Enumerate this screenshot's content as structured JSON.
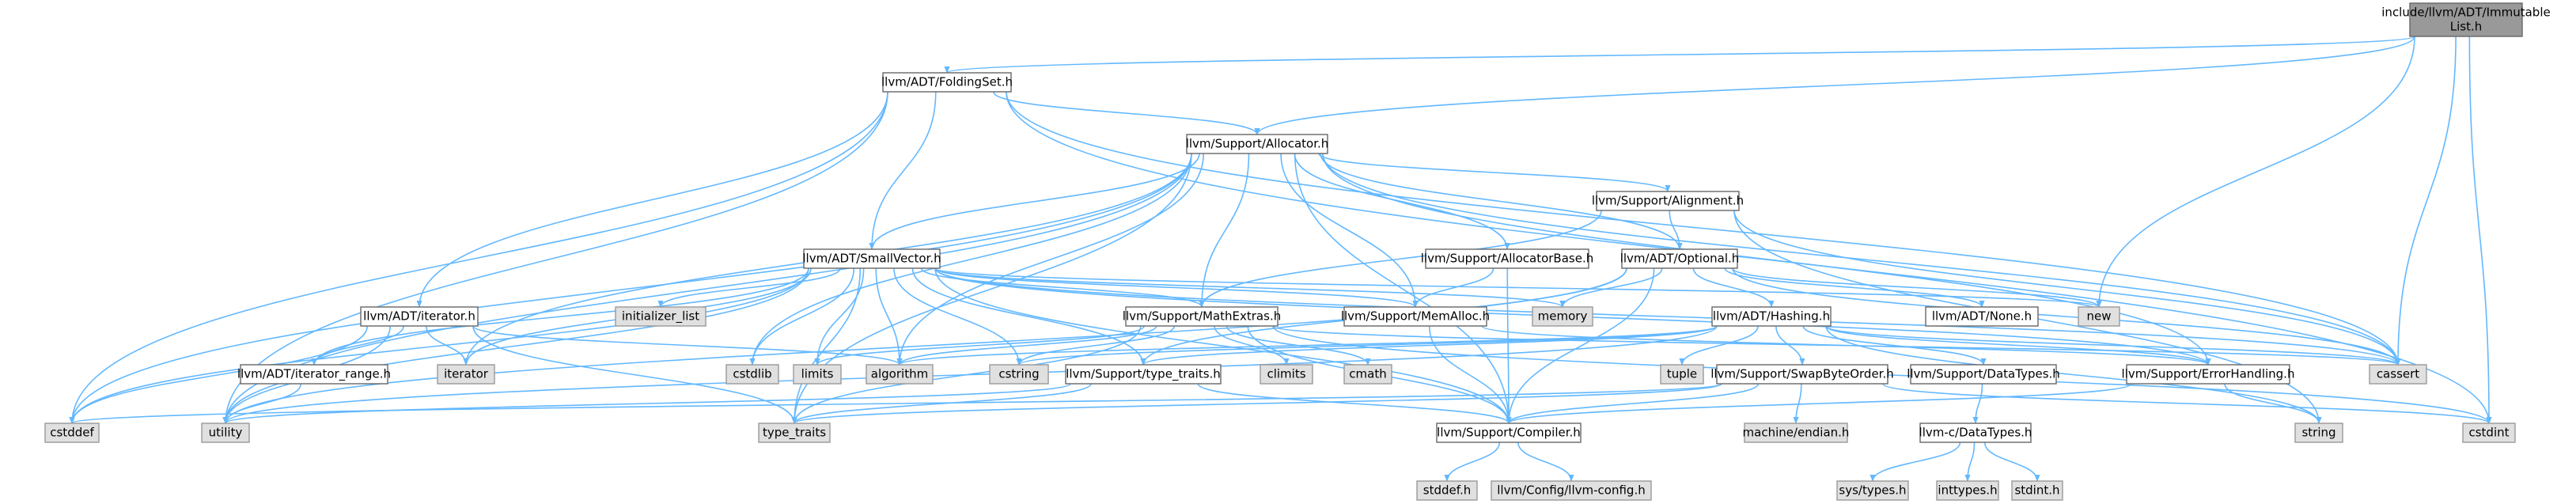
{
  "colors": {
    "edge": "#63b8ff",
    "node_fill": "#ffffff",
    "node_stroke": "#666666",
    "system_fill": "#e0e0e0",
    "system_stroke": "#999999",
    "root_fill": "#999999",
    "root_stroke": "#666666"
  },
  "nodes": [
    {
      "id": "root",
      "lines": [
        "include/llvm/ADT/Immutable",
        "List.h"
      ],
      "kind": "root"
    },
    {
      "id": "foldingset",
      "lines": [
        "llvm/ADT/FoldingSet.h"
      ],
      "kind": "header"
    },
    {
      "id": "allocator",
      "lines": [
        "llvm/Support/Allocator.h"
      ],
      "kind": "header"
    },
    {
      "id": "smallvector",
      "lines": [
        "llvm/ADT/SmallVector.h"
      ],
      "kind": "header"
    },
    {
      "id": "alignment",
      "lines": [
        "llvm/Support/Alignment.h"
      ],
      "kind": "header"
    },
    {
      "id": "allocatorbase",
      "lines": [
        "llvm/Support/AllocatorBase.h"
      ],
      "kind": "header"
    },
    {
      "id": "optional",
      "lines": [
        "llvm/ADT/Optional.h"
      ],
      "kind": "header"
    },
    {
      "id": "iteratorh",
      "lines": [
        "llvm/ADT/iterator.h"
      ],
      "kind": "header"
    },
    {
      "id": "initializer_list",
      "lines": [
        "initializer_list"
      ],
      "kind": "system"
    },
    {
      "id": "mathextras",
      "lines": [
        "llvm/Support/MathExtras.h"
      ],
      "kind": "header"
    },
    {
      "id": "memory",
      "lines": [
        "memory"
      ],
      "kind": "system"
    },
    {
      "id": "memalloc",
      "lines": [
        "llvm/Support/MemAlloc.h"
      ],
      "kind": "header"
    },
    {
      "id": "hashing",
      "lines": [
        "llvm/ADT/Hashing.h"
      ],
      "kind": "header"
    },
    {
      "id": "none",
      "lines": [
        "llvm/ADT/None.h"
      ],
      "kind": "header"
    },
    {
      "id": "new",
      "lines": [
        "new"
      ],
      "kind": "system"
    },
    {
      "id": "iterator_range",
      "lines": [
        "llvm/ADT/iterator_range.h"
      ],
      "kind": "header"
    },
    {
      "id": "iterator",
      "lines": [
        "iterator"
      ],
      "kind": "system"
    },
    {
      "id": "cstdlib",
      "lines": [
        "cstdlib"
      ],
      "kind": "system"
    },
    {
      "id": "limits",
      "lines": [
        "limits"
      ],
      "kind": "system"
    },
    {
      "id": "algorithm",
      "lines": [
        "algorithm"
      ],
      "kind": "system"
    },
    {
      "id": "cstring",
      "lines": [
        "cstring"
      ],
      "kind": "system"
    },
    {
      "id": "type_traits_h",
      "lines": [
        "llvm/Support/type_traits.h"
      ],
      "kind": "header"
    },
    {
      "id": "climits",
      "lines": [
        "climits"
      ],
      "kind": "system"
    },
    {
      "id": "cmath",
      "lines": [
        "cmath"
      ],
      "kind": "system"
    },
    {
      "id": "tuple",
      "lines": [
        "tuple"
      ],
      "kind": "system"
    },
    {
      "id": "swapbyteorder",
      "lines": [
        "llvm/Support/SwapByteOrder.h"
      ],
      "kind": "header"
    },
    {
      "id": "datatypes",
      "lines": [
        "llvm/Support/DataTypes.h"
      ],
      "kind": "header"
    },
    {
      "id": "errorhandling",
      "lines": [
        "llvm/Support/ErrorHandling.h"
      ],
      "kind": "header"
    },
    {
      "id": "cassert",
      "lines": [
        "cassert"
      ],
      "kind": "system"
    },
    {
      "id": "cstddef",
      "lines": [
        "cstddef"
      ],
      "kind": "system"
    },
    {
      "id": "utility",
      "lines": [
        "utility"
      ],
      "kind": "system"
    },
    {
      "id": "type_traits",
      "lines": [
        "type_traits"
      ],
      "kind": "system"
    },
    {
      "id": "compiler",
      "lines": [
        "llvm/Support/Compiler.h"
      ],
      "kind": "header"
    },
    {
      "id": "machine_endian",
      "lines": [
        "machine/endian.h"
      ],
      "kind": "system"
    },
    {
      "id": "c_datatypes",
      "lines": [
        "llvm-c/DataTypes.h"
      ],
      "kind": "header"
    },
    {
      "id": "string",
      "lines": [
        "string"
      ],
      "kind": "system"
    },
    {
      "id": "cstdint",
      "lines": [
        "cstdint"
      ],
      "kind": "system"
    },
    {
      "id": "stddef",
      "lines": [
        "stddef.h"
      ],
      "kind": "system"
    },
    {
      "id": "llvm_config",
      "lines": [
        "llvm/Config/llvm-config.h"
      ],
      "kind": "system"
    },
    {
      "id": "sys_types",
      "lines": [
        "sys/types.h"
      ],
      "kind": "system"
    },
    {
      "id": "inttypes",
      "lines": [
        "inttypes.h"
      ],
      "kind": "system"
    },
    {
      "id": "stdint",
      "lines": [
        "stdint.h"
      ],
      "kind": "system"
    }
  ],
  "edges": [
    [
      "root",
      "foldingset"
    ],
    [
      "root",
      "allocator"
    ],
    [
      "root",
      "new"
    ],
    [
      "root",
      "cassert"
    ],
    [
      "root",
      "cstdint"
    ],
    [
      "foldingset",
      "allocator"
    ],
    [
      "foldingset",
      "smallvector"
    ],
    [
      "foldingset",
      "iteratorh"
    ],
    [
      "foldingset",
      "cassert"
    ],
    [
      "foldingset",
      "cstddef"
    ],
    [
      "foldingset",
      "cstdint"
    ],
    [
      "foldingset",
      "utility"
    ],
    [
      "allocator",
      "smallvector"
    ],
    [
      "allocator",
      "alignment"
    ],
    [
      "allocator",
      "allocatorbase"
    ],
    [
      "allocator",
      "optional"
    ],
    [
      "allocator",
      "mathextras"
    ],
    [
      "allocator",
      "memalloc"
    ],
    [
      "allocator",
      "errorhandling"
    ],
    [
      "allocator",
      "cassert"
    ],
    [
      "allocator",
      "iterator"
    ],
    [
      "allocator",
      "utility"
    ],
    [
      "allocator",
      "cstddef"
    ],
    [
      "allocator",
      "algorithm"
    ],
    [
      "allocator",
      "compiler"
    ],
    [
      "allocator",
      "type_traits"
    ],
    [
      "allocator",
      "cstdlib"
    ],
    [
      "alignment",
      "optional"
    ],
    [
      "alignment",
      "mathextras"
    ],
    [
      "alignment",
      "cassert"
    ],
    [
      "alignment",
      "string"
    ],
    [
      "allocatorbase",
      "memalloc"
    ],
    [
      "allocatorbase",
      "compiler"
    ],
    [
      "optional",
      "none"
    ],
    [
      "optional",
      "hashing"
    ],
    [
      "optional",
      "type_traits_h"
    ],
    [
      "optional",
      "compiler"
    ],
    [
      "optional",
      "cassert"
    ],
    [
      "optional",
      "memory"
    ],
    [
      "optional",
      "new"
    ],
    [
      "optional",
      "utility"
    ],
    [
      "smallvector",
      "iterator_range"
    ],
    [
      "smallvector",
      "mathextras"
    ],
    [
      "smallvector",
      "memalloc"
    ],
    [
      "smallvector",
      "type_traits_h"
    ],
    [
      "smallvector",
      "errorhandling"
    ],
    [
      "smallvector",
      "compiler"
    ],
    [
      "smallvector",
      "algorithm"
    ],
    [
      "smallvector",
      "cassert"
    ],
    [
      "smallvector",
      "cstddef"
    ],
    [
      "smallvector",
      "cstdlib"
    ],
    [
      "smallvector",
      "cstring"
    ],
    [
      "smallvector",
      "initializer_list"
    ],
    [
      "smallvector",
      "iterator"
    ],
    [
      "smallvector",
      "limits"
    ],
    [
      "smallvector",
      "memory"
    ],
    [
      "smallvector",
      "new"
    ],
    [
      "smallvector",
      "type_traits"
    ],
    [
      "smallvector",
      "utility"
    ],
    [
      "iteratorh",
      "iterator_range"
    ],
    [
      "iteratorh",
      "algorithm"
    ],
    [
      "iteratorh",
      "cstddef"
    ],
    [
      "iteratorh",
      "iterator"
    ],
    [
      "iteratorh",
      "type_traits"
    ],
    [
      "iteratorh",
      "utility"
    ],
    [
      "iterator_range",
      "utility"
    ],
    [
      "mathextras",
      "compiler"
    ],
    [
      "mathextras",
      "algorithm"
    ],
    [
      "mathextras",
      "cassert"
    ],
    [
      "mathextras",
      "climits"
    ],
    [
      "mathextras",
      "cmath"
    ],
    [
      "mathextras",
      "cstdint"
    ],
    [
      "mathextras",
      "cstring"
    ],
    [
      "mathextras",
      "limits"
    ],
    [
      "mathextras",
      "type_traits"
    ],
    [
      "memalloc",
      "compiler"
    ],
    [
      "memalloc",
      "errorhandling"
    ],
    [
      "hashing",
      "errorhandling"
    ],
    [
      "hashing",
      "swapbyteorder"
    ],
    [
      "hashing",
      "type_traits_h"
    ],
    [
      "hashing",
      "datatypes"
    ],
    [
      "hashing",
      "algorithm"
    ],
    [
      "hashing",
      "cassert"
    ],
    [
      "hashing",
      "cstring"
    ],
    [
      "hashing",
      "string"
    ],
    [
      "hashing",
      "tuple"
    ],
    [
      "hashing",
      "utility"
    ],
    [
      "type_traits_h",
      "compiler"
    ],
    [
      "type_traits_h",
      "type_traits"
    ],
    [
      "type_traits_h",
      "utility"
    ],
    [
      "swapbyteorder",
      "compiler"
    ],
    [
      "swapbyteorder",
      "cstddef"
    ],
    [
      "swapbyteorder",
      "cstdint"
    ],
    [
      "swapbyteorder",
      "type_traits"
    ],
    [
      "swapbyteorder",
      "machine_endian"
    ],
    [
      "datatypes",
      "c_datatypes"
    ],
    [
      "errorhandling",
      "compiler"
    ],
    [
      "errorhandling",
      "string"
    ],
    [
      "compiler",
      "stddef"
    ],
    [
      "compiler",
      "llvm_config"
    ],
    [
      "c_datatypes",
      "sys_types"
    ],
    [
      "c_datatypes",
      "inttypes"
    ],
    [
      "c_datatypes",
      "stdint"
    ]
  ]
}
